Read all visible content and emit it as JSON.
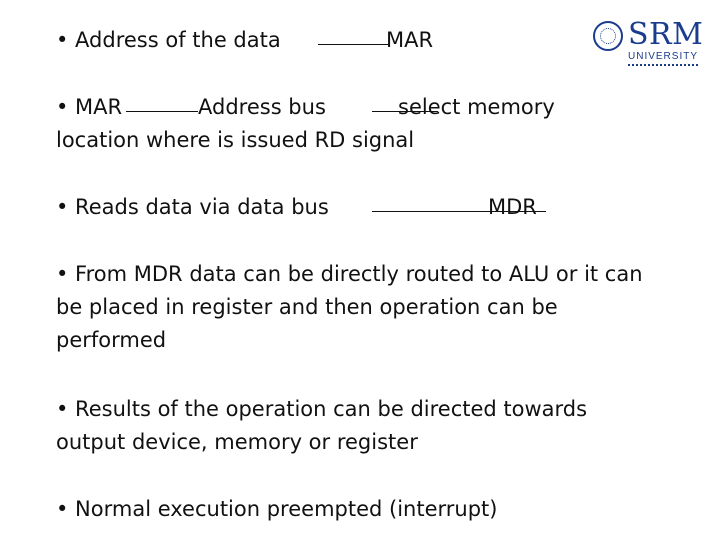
{
  "bullets": {
    "b1": {
      "left": "• Address of the data",
      "right": "MAR"
    },
    "b2": {
      "part1": "• MAR",
      "part2": "Address bus",
      "part3": "select memory",
      "line2": "location where is issued RD signal"
    },
    "b3": {
      "left": "• Reads data via data bus",
      "right": "MDR"
    },
    "b4": {
      "text": "• From MDR data can be directly routed to ALU or it can be placed in register and then operation can be performed"
    },
    "b5": {
      "text": "• Results of the operation can be directed towards output device, memory or register"
    },
    "b6": {
      "text": "• Normal execution preempted (interrupt)"
    }
  },
  "logo": {
    "name": "SRM",
    "subtitle": "UNIVERSITY",
    "icon": "seal-icon",
    "color": "#1a3c8c"
  }
}
